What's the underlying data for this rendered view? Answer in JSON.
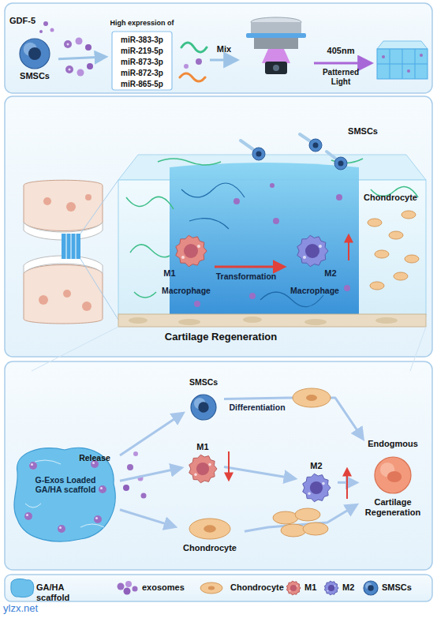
{
  "diagram": {
    "nodes": [
      {
        "text": [
          "SMSCs"
        ]
      },
      {
        "text": [
          "High expression of",
          "miR-383-3p",
          "miR-219-5p",
          "miR-873-3p",
          "miR-872-3p",
          "miR-865-5p"
        ]
      },
      {
        "text": [
          "M1",
          "Macrophage"
        ]
      },
      {
        "text": [
          "M2",
          "Macrophage"
        ]
      },
      {
        "text": [
          "G-Exos Loaded GA/HA scaffold"
        ]
      },
      {
        "text": [
          "SMSCs"
        ]
      },
      {
        "text": [
          "M1"
        ]
      },
      {
        "text": [
          "M2"
        ]
      },
      {
        "text": [
          "Chondrocyte"
        ]
      },
      {
        "text": [
          "Endogmous",
          "Cartilage Regeneration"
        ]
      }
    ],
    "edges": [
      {
        "from": 0,
        "to": 1,
        "arrow": "to"
      },
      {
        "from": 2,
        "to": 3,
        "label": "Transformation",
        "arrow": "to"
      },
      {
        "from": 4,
        "to": 5,
        "arrow": "to"
      },
      {
        "from": 4,
        "to": 6,
        "arrow": "to"
      },
      {
        "from": 4,
        "to": 8,
        "arrow": "to"
      },
      {
        "from": 5,
        "to": 9,
        "label": "Differentiation",
        "arrow": "to"
      },
      {
        "from": 6,
        "to": 7,
        "arrow": "to"
      },
      {
        "from": 7,
        "to": 9,
        "arrow": "to"
      },
      {
        "from": 8,
        "to": 9,
        "arrow": "to"
      }
    ],
    "labels": [
      "GDF-5",
      "Mix",
      "405nm",
      "Patterned Light",
      "SMSCs",
      "Chondrocyte",
      "Cartilage Regeneration",
      "Release",
      "ylzx.net"
    ],
    "legend": [
      {
        "text": "GA/HA scaffold"
      },
      {
        "text": "exosomes"
      },
      {
        "text": "Chondrocyte"
      },
      {
        "text": "M1"
      },
      {
        "text": "M2"
      },
      {
        "text": "SMSCs"
      }
    ]
  }
}
